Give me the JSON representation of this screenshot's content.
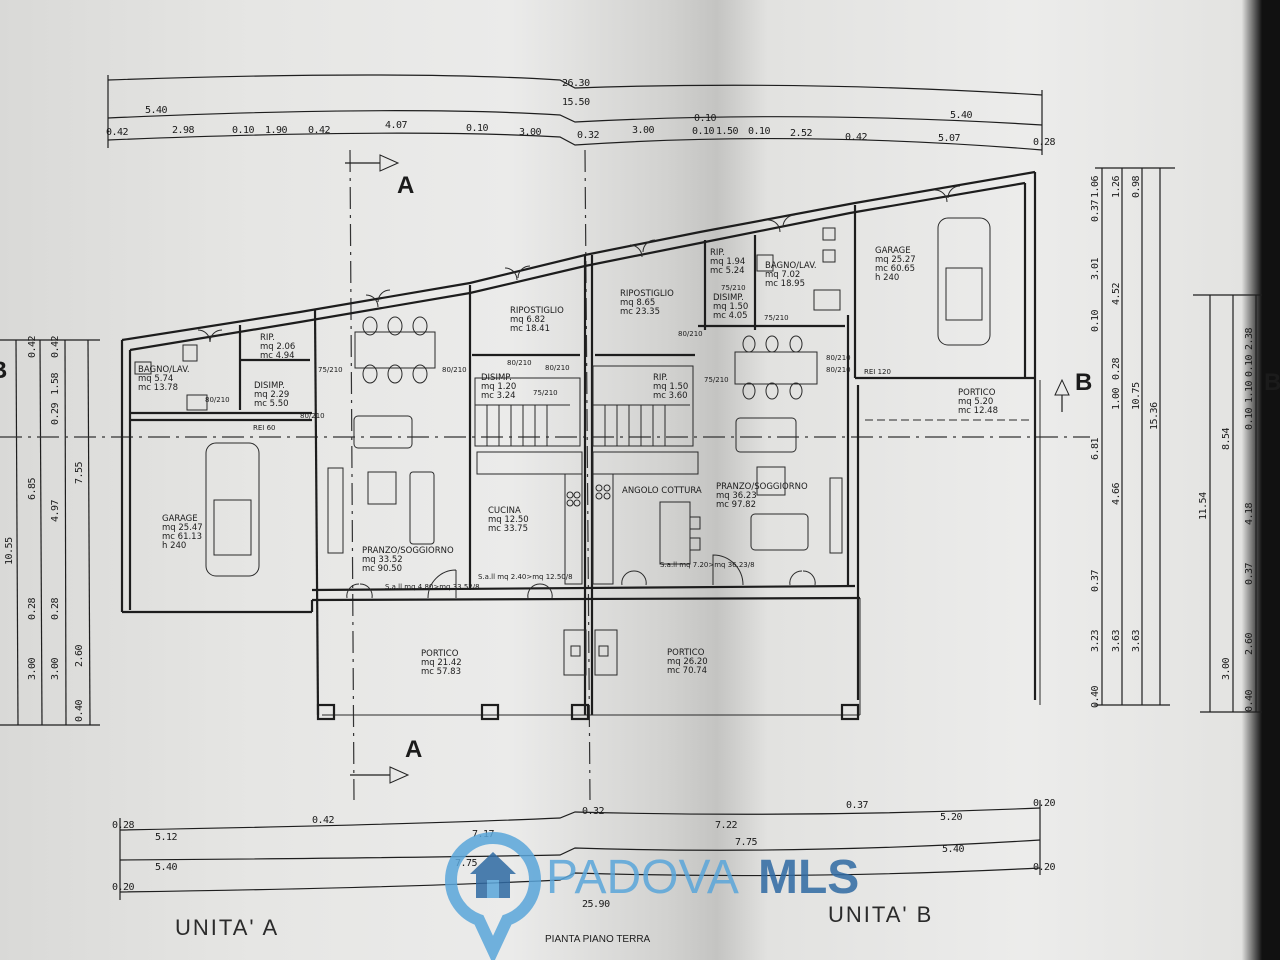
{
  "title": "PIANTA PIANO TERRA",
  "units": [
    "UNITA' A",
    "UNITA' B"
  ],
  "section_markers": {
    "a_top": "A",
    "a_bottom": "A",
    "b_right": "B",
    "b_left_partial": "B",
    "b_edge_partial": "B"
  },
  "watermark": {
    "part1": "PADOVA",
    "part2": "MLS",
    "color_light": "#5aa6da",
    "color_dark": "#2f6aa3"
  },
  "dimensions": {
    "top": [
      "26.30",
      "5.40",
      "15.50",
      "5.40",
      "0.42",
      "2.98",
      "0.10",
      "1.90",
      "0.42",
      "4.07",
      "0.10",
      "3.00",
      "0.32",
      "3.00",
      "0.10",
      "0.10",
      "1.50",
      "0.10",
      "2.52",
      "0.42",
      "5.07",
      "0.28"
    ],
    "bottom": [
      "0.28",
      "0.42",
      "0.32",
      "0.37",
      "0.20",
      "5.12",
      "7.17",
      "7.22",
      "5.20",
      "5.40",
      "7.75",
      "7.75",
      "5.40",
      "0.20",
      "25.90",
      "0.20"
    ],
    "left": [
      "10.55",
      "0.42",
      "6.85",
      "0.28",
      "3.00",
      "0.42",
      "1.58",
      "0.29",
      "4.97",
      "0.28",
      "3.00",
      "7.55",
      "2.60",
      "0.40"
    ],
    "right": [
      "1.06",
      "0.37",
      "3.01",
      "0.10",
      "6.81",
      "0.37",
      "3.23",
      "0.40",
      "1.26",
      "4.52",
      "0.28",
      "1.00",
      "4.66",
      "3.63",
      "0.98",
      "10.75",
      "3.63",
      "15.36",
      "11.54",
      "8.54",
      "3.00",
      "2.38",
      "0.10",
      "1.10",
      "0.10",
      "4.18",
      "0.37",
      "2.60",
      "0.40"
    ]
  },
  "rooms": [
    {
      "name": "BAGNO/LAV.",
      "mq": "5.74",
      "mc": "13.78"
    },
    {
      "name": "RIP.",
      "mq": "2.06",
      "mc": "4.94"
    },
    {
      "name": "DISIMP.",
      "mq": "2.29",
      "mc": "5.50"
    },
    {
      "name": "GARAGE",
      "mq": "25.47",
      "mc": "61.13",
      "h": "240"
    },
    {
      "name": "PRANZO/SOGGIORNO",
      "mq": "33.52",
      "mc": "90.50"
    },
    {
      "name": "RIPOSTIGLIO",
      "mq": "6.82",
      "mc": "18.41"
    },
    {
      "name": "DISIMP.",
      "mq": "1.20",
      "mc": "3.24"
    },
    {
      "name": "CUCINA",
      "mq": "12.50",
      "mc": "33.75"
    },
    {
      "name": "PORTICO",
      "mq": "21.42",
      "mc": "57.83"
    },
    {
      "name": "RIPOSTIGLIO",
      "mq": "8.65",
      "mc": "23.35"
    },
    {
      "name": "RIP.",
      "mq": "1.94",
      "mc": "5.24"
    },
    {
      "name": "BAGNO/LAV.",
      "mq": "7.02",
      "mc": "18.95"
    },
    {
      "name": "DISIMP.",
      "mq": "1.50",
      "mc": "4.05"
    },
    {
      "name": "GARAGE",
      "mq": "25.27",
      "mc": "60.65",
      "h": "240"
    },
    {
      "name": "RIP.",
      "mq": "1.50",
      "mc": "3.60"
    },
    {
      "name": "ANGOLO COTTURA"
    },
    {
      "name": "PRANZO/SOGGIORNO",
      "mq": "36.23",
      "mc": "97.82"
    },
    {
      "name": "PORTICO",
      "mq": "5.20",
      "mc": "12.48"
    },
    {
      "name": "PORTICO",
      "mq": "26.20",
      "mc": "70.74"
    }
  ],
  "annotations": [
    "REI 60",
    "REI 120",
    "S.a.ll mq 4.80>mq 33.52/8",
    "S.a.ll mq 2.40>mq 12.50/8",
    "S.a.ll mq 7.20>mq 36.23/8",
    "80/210",
    "80/210",
    "75/210",
    "80/210",
    "80/210",
    "80/210",
    "75/210",
    "80/210",
    "75/210",
    "75/210",
    "80/210",
    "80/210",
    "75/210"
  ]
}
